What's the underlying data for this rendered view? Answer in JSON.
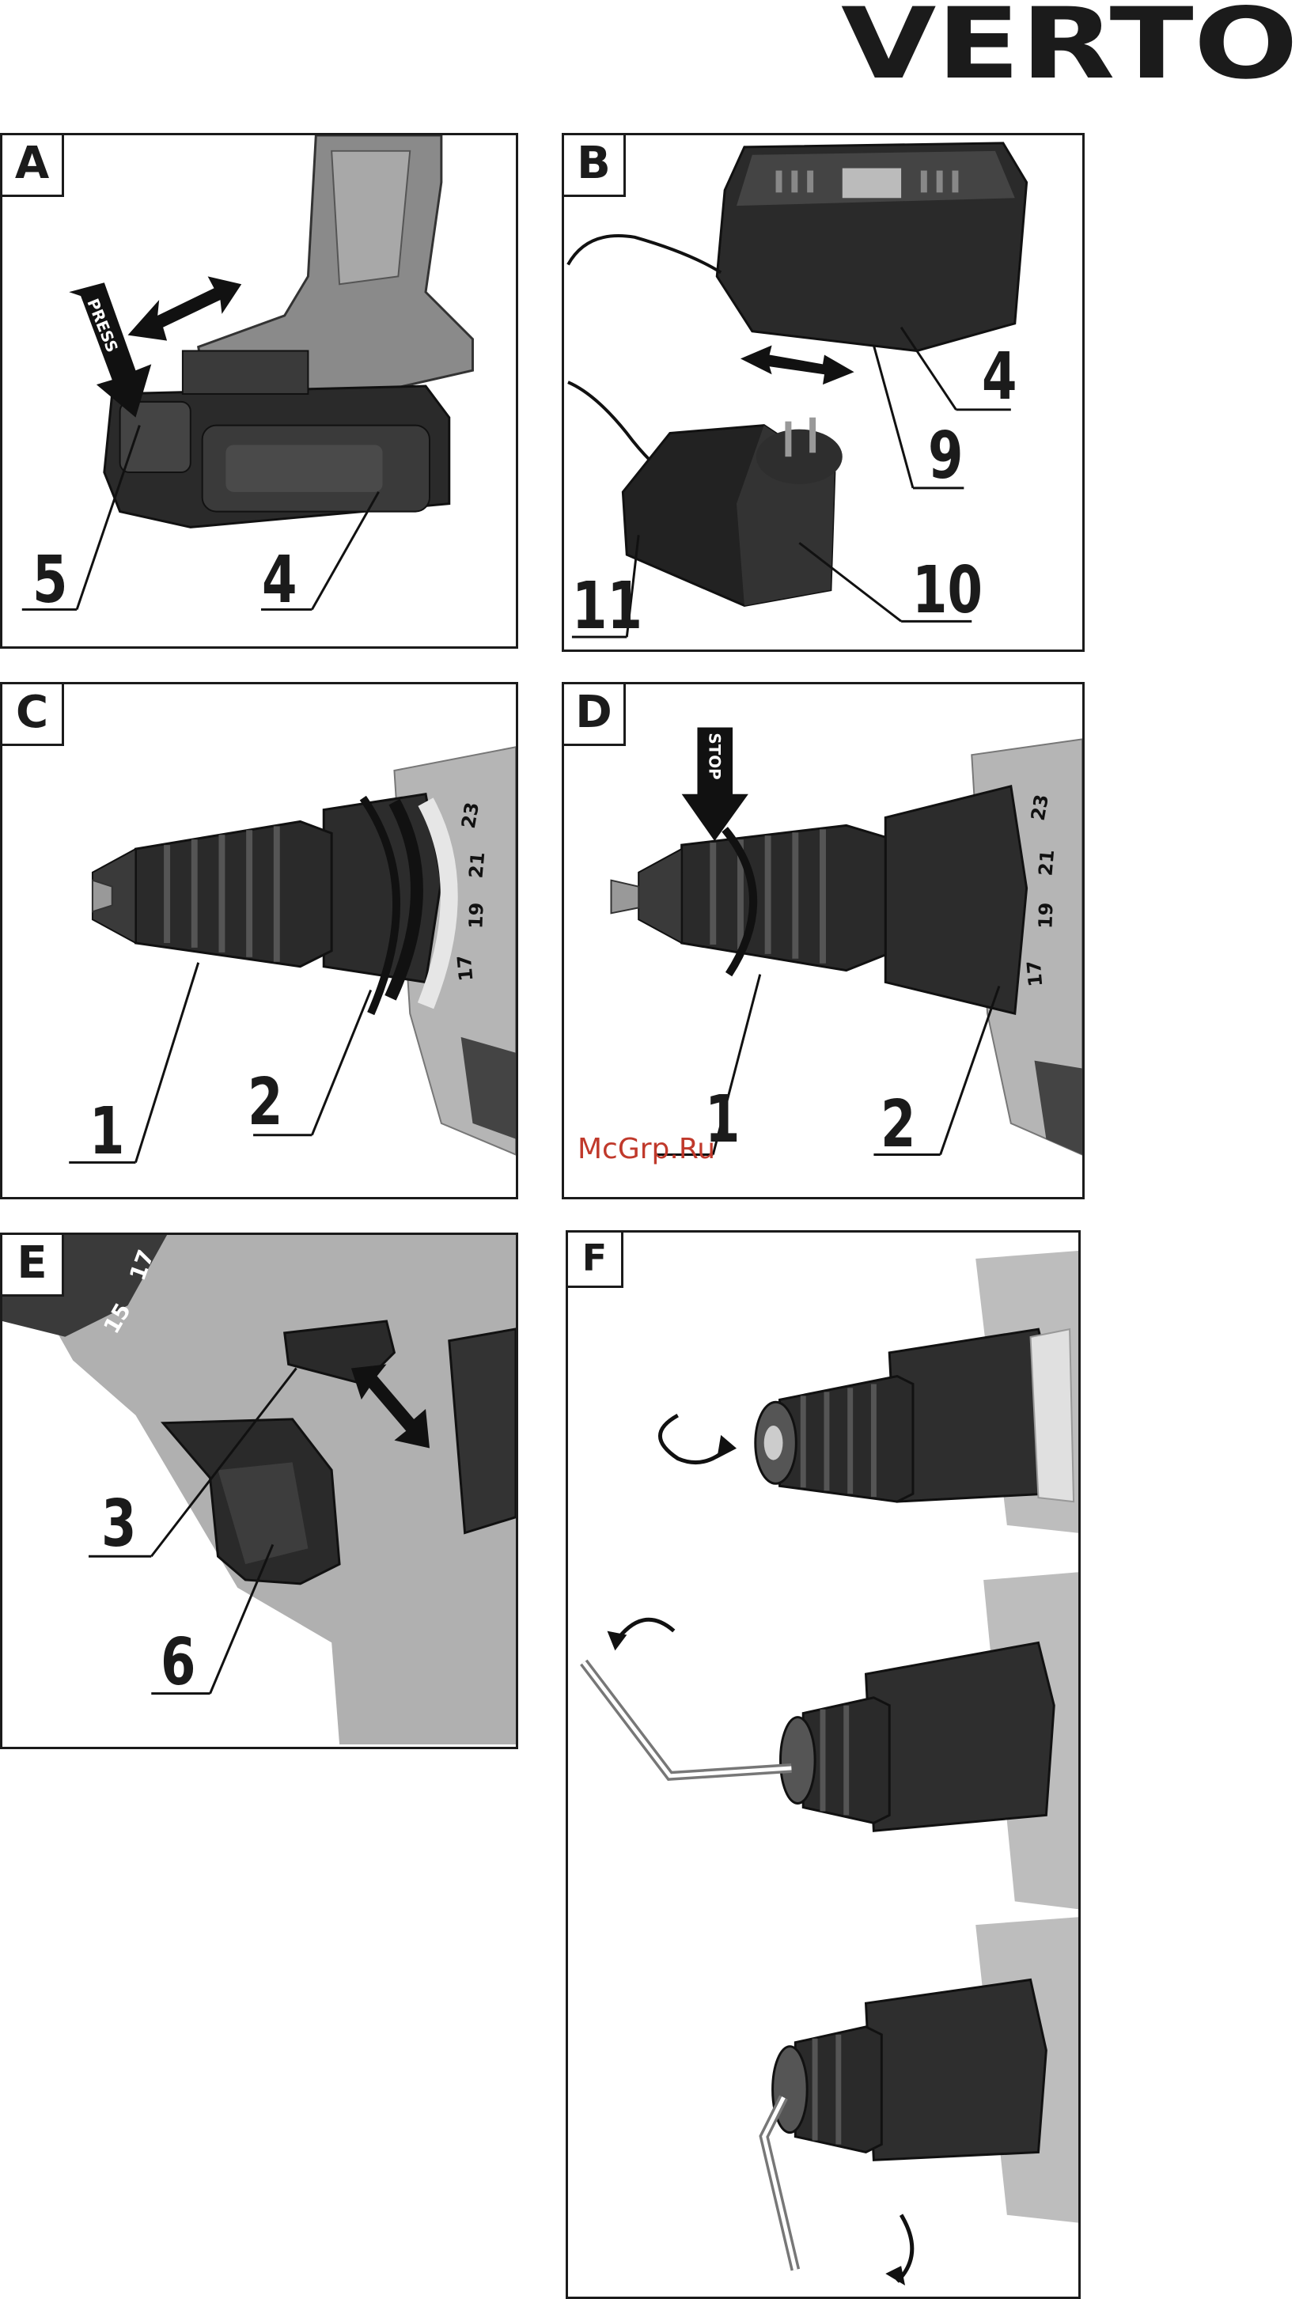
{
  "brand": {
    "name": "VERTO",
    "color": "#1b1b1b"
  },
  "watermark": {
    "text": "McGrp.Ru",
    "color": "#c0392b"
  },
  "panels": {
    "A": {
      "label": "A",
      "press_text": "PRESS",
      "callouts": [
        "5",
        "4"
      ]
    },
    "B": {
      "label": "B",
      "callouts": [
        "4",
        "9",
        "11",
        "10"
      ]
    },
    "C": {
      "label": "C",
      "callouts": [
        "1",
        "2"
      ],
      "scale_numbers": [
        "23",
        "21",
        "19",
        "17"
      ]
    },
    "D": {
      "label": "D",
      "stop_text": "STOP",
      "callouts": [
        "1",
        "2"
      ],
      "scale_numbers": [
        "23",
        "21",
        "19",
        "17"
      ]
    },
    "E": {
      "label": "E",
      "callouts": [
        "3",
        "6"
      ],
      "scale_numbers": [
        "17",
        "15"
      ]
    },
    "F": {
      "label": "F"
    }
  }
}
